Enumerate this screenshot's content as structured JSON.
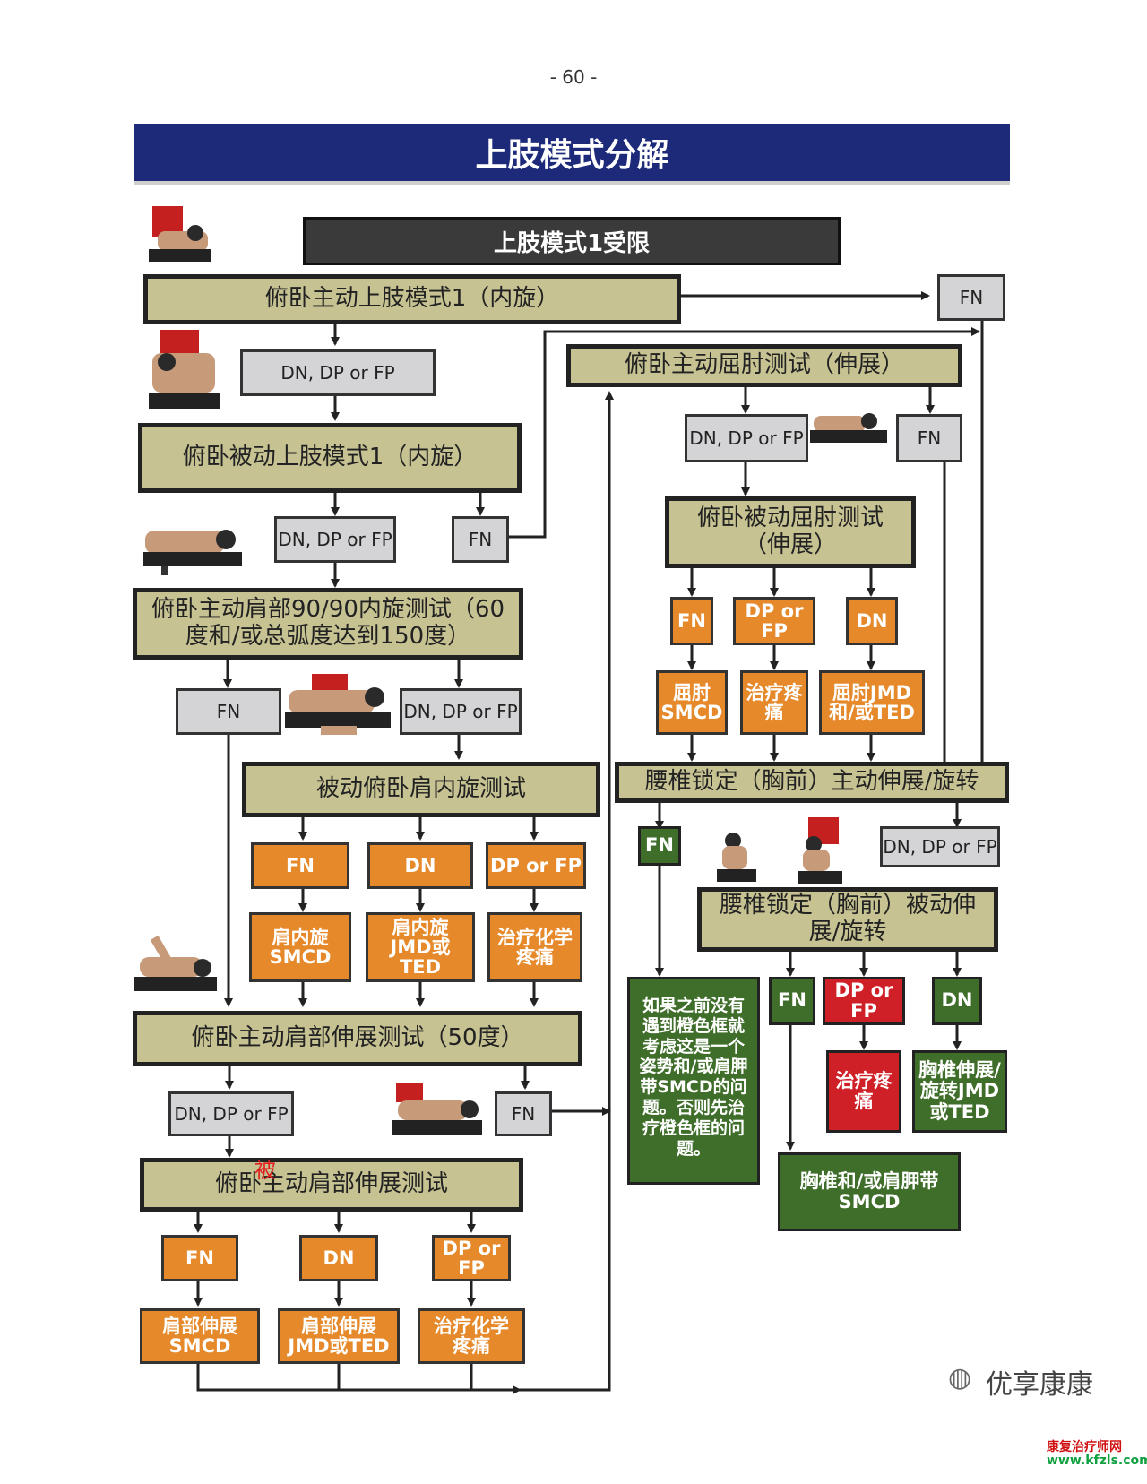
{
  "page_number": "- 60 -",
  "title": "上肢模式分解",
  "header": "上肢模式1受限",
  "colors": {
    "banner": "#1d2a7a",
    "khaki_box": "#c6c292",
    "gray_box": "#d4d4d6",
    "orange_box": "#e5892a",
    "green_box": "#3f6e2b",
    "red_box": "#cf2027",
    "lines": "#222222"
  },
  "nodes": {
    "n1": "俯卧主动上肢模式1（内旋）",
    "n1_fn": "FN",
    "n1_dn": "DN, DP or FP",
    "n2": "俯卧被动上肢模式1（内旋）",
    "n2_dn": "DN, DP or FP",
    "n2_fn": "FN",
    "n3": "俯卧主动肩部90/90内旋测试（60度和/或总弧度达到150度）",
    "n3_fn": "FN",
    "n3_dn": "DN, DP or FP",
    "n4": "被动俯卧肩内旋测试",
    "n4_fn": "FN",
    "n4_dn": "DN",
    "n4_dp": "DP or FP",
    "n4_o1": "肩内旋SMCD",
    "n4_o2": "肩内旋JMD或TED",
    "n4_o3": "治疗化学疼痛",
    "n5": "俯卧主动肩部伸展测试（50度）",
    "n5_dn": "DN, DP or FP",
    "n5_fn": "FN",
    "n6": "俯卧主动肩部伸展测试",
    "n6_overlay": "被",
    "n6_fn": "FN",
    "n6_dn": "DN",
    "n6_dp": "DP or FP",
    "n6_o1": "肩部伸展SMCD",
    "n6_o2": "肩部伸展JMD或TED",
    "n6_o3": "治疗化学疼痛",
    "r1": "俯卧主动屈肘测试（伸展）",
    "r1_dn": "DN, DP or FP",
    "r1_fn": "FN",
    "r2": "俯卧被动屈肘测试（伸展）",
    "r2_fn": "FN",
    "r2_dp": "DP or FP",
    "r2_dn": "DN",
    "r2_o1": "屈肘SMCD",
    "r2_o2": "治疗疼痛",
    "r2_o3": "屈肘JMD和/或TED",
    "r3": "腰椎锁定（胸前）主动伸展/旋转",
    "r3_fn": "FN",
    "r3_dn": "DN, DP or FP",
    "r4": "腰椎锁定（胸前）被动伸展/旋转",
    "r4_fn": "FN",
    "r4_dp": "DP or FP",
    "r4_dn": "DN",
    "r4_red": "治疗疼痛",
    "r4_green": "胸椎伸展/旋转JMD或TED",
    "r4_bottom": "胸椎和/或肩胛带SMCD",
    "note": "如果之前没有遇到橙色框就考虑这是一个姿势和/或肩胛带SMCD的问题。否则先治疗橙色框的问题。"
  },
  "watermark": {
    "brand": "优享康康",
    "site_name": "康复治疗师网",
    "site_url": "www.kfzls.com"
  }
}
